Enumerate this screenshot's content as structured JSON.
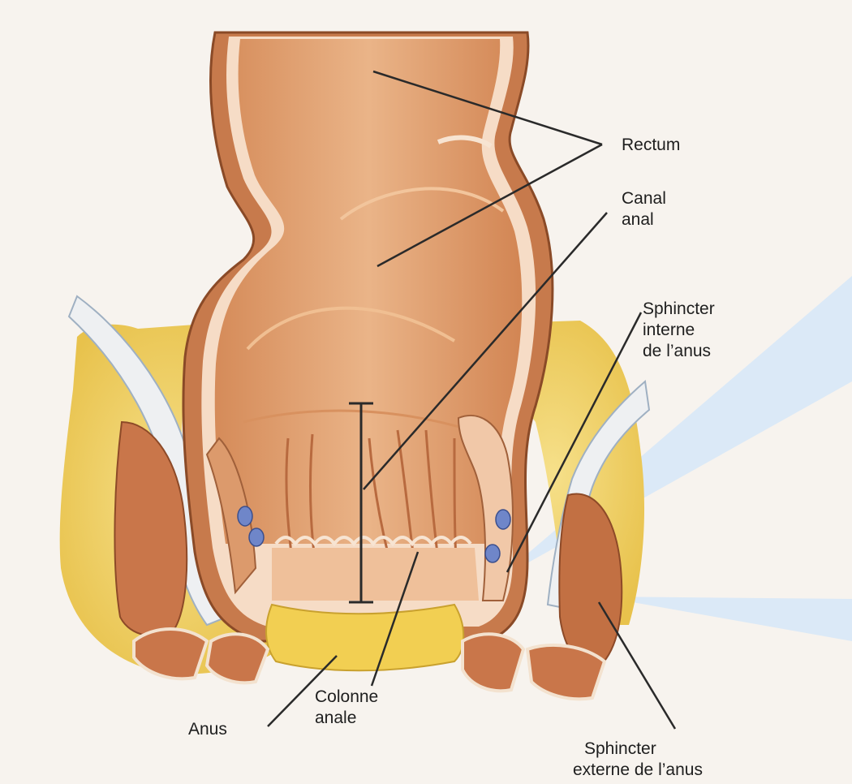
{
  "figure": {
    "colors": {
      "background": "#f7f3ee",
      "fat": "#f2d36a",
      "muscle": "#c77a4c",
      "mucosa": "#e9ae7c",
      "lining": "#f6dcc6",
      "vessel": "#6f86c9",
      "callout": "#dbe9f7",
      "leader": "#2a2a2a"
    }
  },
  "labels": {
    "rectum": {
      "lines": [
        "Rectum"
      ]
    },
    "canal_anal": {
      "lines": [
        "Canal",
        "anal"
      ]
    },
    "sphincter_interne": {
      "lines": [
        "Sphincter",
        "interne",
        "de l’anus"
      ]
    },
    "anus": {
      "lines": [
        "Anus"
      ]
    },
    "colonne_anale": {
      "lines": [
        "Colonne",
        "anale"
      ]
    },
    "sphincter_externe": {
      "lines": [
        "Sphincter",
        "externe de l’anus"
      ]
    }
  }
}
